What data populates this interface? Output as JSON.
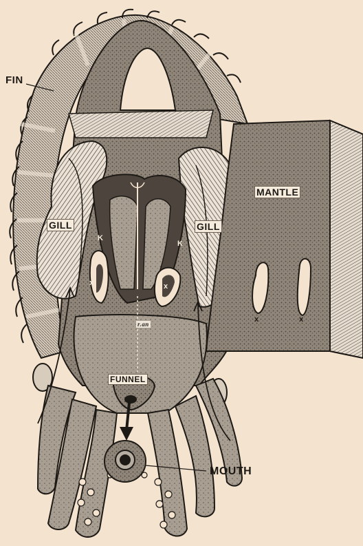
{
  "labels": {
    "fin": "FIN",
    "gill_left": "GILL",
    "gill_right": "GILL",
    "mantle": "MANTLE",
    "funnel": "FUNNEL",
    "mouth": "MOUTH",
    "kidney_left": "K",
    "kidney_right": "K",
    "x_left": "x",
    "x_right": "x",
    "x_mantle_left": "x",
    "x_mantle_right": "x",
    "anus": "r.an"
  },
  "colors": {
    "background": "#f3e3cf",
    "ink": "#1d1915",
    "body_fill": "#8f8579",
    "body_light": "#b7aea2",
    "gill_fill": "#e9dfd2"
  }
}
